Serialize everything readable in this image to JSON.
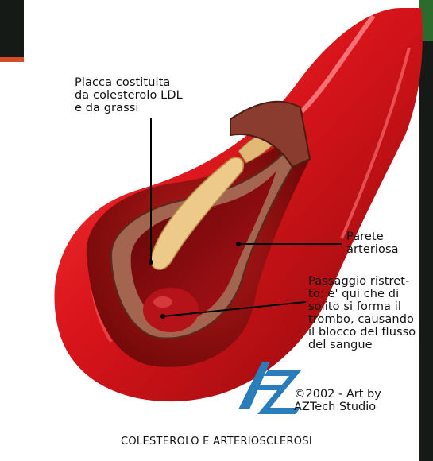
{
  "labels": {
    "plaque": "Placca costituita\nda colesterolo LDL\ne da grassi",
    "wall": "Parete\narteriosa",
    "passage": "Passaggio ristret-\nto: e' qui che di\nsolito si forma il\ntrombo, causando\nil blocco del flusso\ndel sangue"
  },
  "credit": {
    "line1": "©2002 - Art by",
    "line2": "AZTech Studio"
  },
  "caption": "COLESTEROLO E ARTERIOSCLEROSI",
  "logo": {
    "text": "AZ",
    "color": "#2a7dbb"
  },
  "colors": {
    "artery_dark": "#7a0808",
    "artery_mid": "#c4141a",
    "artery_light": "#ff5a5a",
    "plaque": "#e7c27a",
    "cut_face": "#9a5a4a"
  }
}
